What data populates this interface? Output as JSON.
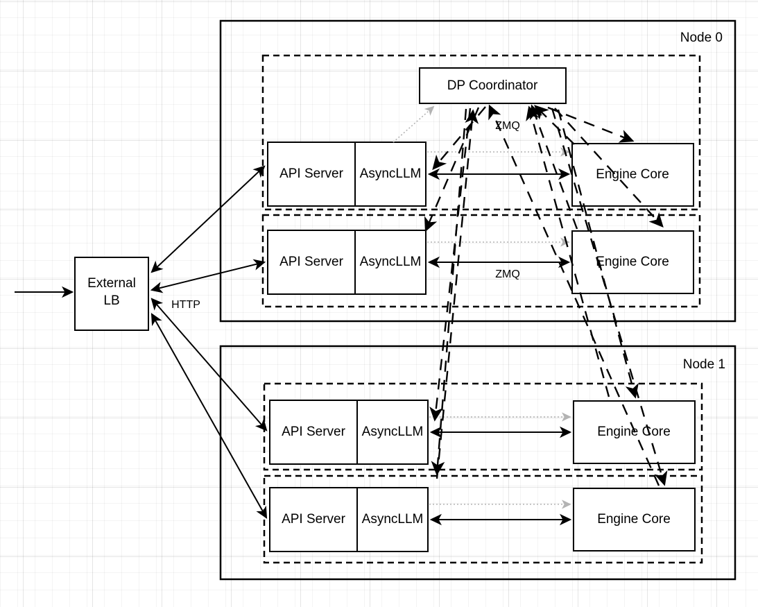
{
  "diagram": {
    "title": "vLLM data-parallel deployment topology",
    "background": "#ffffff",
    "grid_color": "#e8e8e8"
  },
  "external": {
    "lb_label_line1": "External",
    "lb_label_line2": "LB",
    "http_label": "HTTP"
  },
  "nodes": [
    {
      "name": "Node 0",
      "has_coordinator": true,
      "coordinator_label": "DP Coordinator",
      "zmq_label_top": "ZMQ",
      "zmq_label_bottom": "ZMQ",
      "ranks": [
        {
          "api_server_label": "API Server",
          "async_llm_label": "AsyncLLM",
          "engine_core_label": "Engine Core"
        },
        {
          "api_server_label": "API Server",
          "async_llm_label": "AsyncLLM",
          "engine_core_label": "Engine Core"
        }
      ]
    },
    {
      "name": "Node 1",
      "has_coordinator": false,
      "ranks": [
        {
          "api_server_label": "API Server",
          "async_llm_label": "AsyncLLM",
          "engine_core_label": "Engine Core"
        },
        {
          "api_server_label": "API Server",
          "async_llm_label": "AsyncLLM",
          "engine_core_label": "Engine Core"
        }
      ]
    }
  ],
  "colors": {
    "stroke": "#000000",
    "box_fill": "#ffffff",
    "dotted_edge": "#b3b3b3"
  }
}
